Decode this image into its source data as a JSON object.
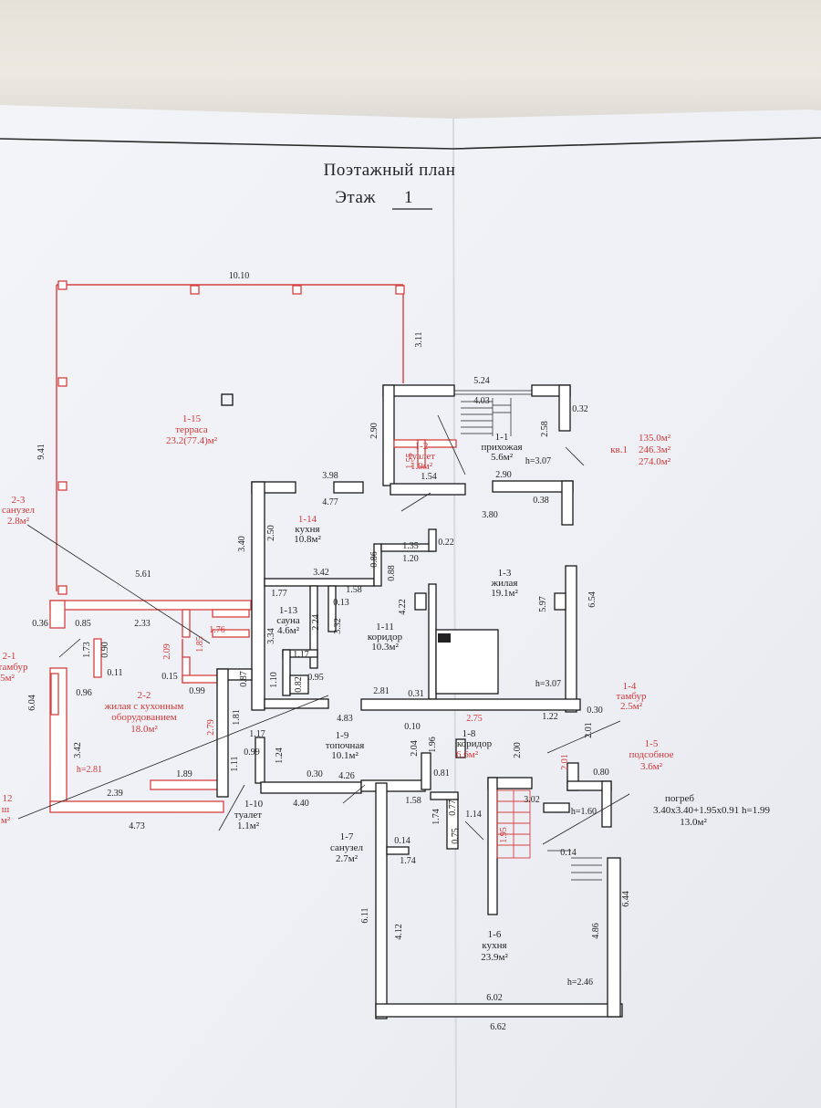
{
  "title": {
    "line1": "Поэтажный план",
    "floor_prefix": "Этаж",
    "floor_number": "1"
  },
  "summary": {
    "label": "кв.1",
    "a1": "135.0м²",
    "a2": "246.3м²",
    "a3": "274.0м²"
  },
  "cellar": {
    "name": "погреб",
    "dims": "3.40х3.40+1.95х0.91  h=1.99",
    "area": "13.0м²"
  },
  "rooms": [
    {
      "id": "1-1",
      "name": "прихожая",
      "area": "5.6м²"
    },
    {
      "id": "1-2",
      "name": "туалет",
      "area": "1.9м²"
    },
    {
      "id": "1-3",
      "name": "жилая",
      "area": "19.1м²"
    },
    {
      "id": "1-4",
      "name": "тамбур",
      "area": "2.5м²"
    },
    {
      "id": "1-5",
      "name": "подсобное",
      "area": "3.6м²"
    },
    {
      "id": "1-6",
      "name": "кухня",
      "area": "23.9м²"
    },
    {
      "id": "1-7",
      "name": "санузел",
      "area": "2.7м²"
    },
    {
      "id": "1-8",
      "name": "коридор",
      "area": "6.6м²"
    },
    {
      "id": "1-9",
      "name": "топочная",
      "area": "10.1м²"
    },
    {
      "id": "1-10",
      "name": "туалет",
      "area": "1.1м²"
    },
    {
      "id": "1-11",
      "name": "коридор",
      "area": "10.3м²"
    },
    {
      "id": "1-13",
      "name": "сауна",
      "area": "4.6м²"
    },
    {
      "id": "1-14",
      "name": "кухня",
      "area": "10.8м²"
    },
    {
      "id": "1-15",
      "name": "терраса",
      "area": "23.2(77.4)м²"
    },
    {
      "id": "2-1",
      "name": "тамбур",
      "area": "5м²"
    },
    {
      "id": "2-2",
      "name": "жилая с кухонным",
      "name2": "оборудованием",
      "area": "18.0м²"
    },
    {
      "id": "2-3",
      "name": "санузел",
      "area": "2.8м²"
    },
    {
      "id": "12",
      "name": "ш",
      "area": "м²"
    }
  ],
  "dims": [
    {
      "v": "10.10"
    },
    {
      "v": "3.11"
    },
    {
      "v": "9.41"
    },
    {
      "v": "5.24"
    },
    {
      "v": "4.03"
    },
    {
      "v": "0.32"
    },
    {
      "v": "2.58"
    },
    {
      "v": "2.90"
    },
    {
      "v": "1.55"
    },
    {
      "v": "1.54"
    },
    {
      "v": "h=3.07"
    },
    {
      "v": "2.90"
    },
    {
      "v": "0.38"
    },
    {
      "v": "3.80"
    },
    {
      "v": "3.98"
    },
    {
      "v": "4.77"
    },
    {
      "v": "3.40"
    },
    {
      "v": "2.50"
    },
    {
      "v": "0.22"
    },
    {
      "v": "1.35"
    },
    {
      "v": "1.20"
    },
    {
      "v": "0.86"
    },
    {
      "v": "0.88"
    },
    {
      "v": "5.61"
    },
    {
      "v": "3.42"
    },
    {
      "v": "1.77"
    },
    {
      "v": "1.58"
    },
    {
      "v": "0.13"
    },
    {
      "v": "2.24"
    },
    {
      "v": "3.32"
    },
    {
      "v": "4.22"
    },
    {
      "v": "5.97"
    },
    {
      "v": "6.54"
    },
    {
      "v": "0.36"
    },
    {
      "v": "0.85"
    },
    {
      "v": "2.33"
    },
    {
      "v": "1.76"
    },
    {
      "v": "1.73"
    },
    {
      "v": "0.90"
    },
    {
      "v": "0.11"
    },
    {
      "v": "2.09"
    },
    {
      "v": "0.15"
    },
    {
      "v": "1.85"
    },
    {
      "v": "0.99"
    },
    {
      "v": "0.96"
    },
    {
      "v": "6.04"
    },
    {
      "v": "3.34"
    },
    {
      "v": "1.17"
    },
    {
      "v": "0.82"
    },
    {
      "v": "0.95"
    },
    {
      "v": "1.10"
    },
    {
      "v": "2.81"
    },
    {
      "v": "0.31"
    },
    {
      "v": "h=3.07"
    },
    {
      "v": "0.87"
    },
    {
      "v": "1.81"
    },
    {
      "v": "4.83"
    },
    {
      "v": "2.75"
    },
    {
      "v": "1.22"
    },
    {
      "v": "0.30"
    },
    {
      "v": "2.79"
    },
    {
      "v": "3.42"
    },
    {
      "v": "h=2.81"
    },
    {
      "v": "1.89"
    },
    {
      "v": "2.39"
    },
    {
      "v": "4.73"
    },
    {
      "v": "1.17"
    },
    {
      "v": "0.99"
    },
    {
      "v": "1.11"
    },
    {
      "v": "1.24"
    },
    {
      "v": "0.10"
    },
    {
      "v": "2.04"
    },
    {
      "v": "1.96"
    },
    {
      "v": "2.00"
    },
    {
      "v": "2.01"
    },
    {
      "v": "2.01"
    },
    {
      "v": "0.80"
    },
    {
      "v": "0.30"
    },
    {
      "v": "4.26"
    },
    {
      "v": "0.81"
    },
    {
      "v": "4.40"
    },
    {
      "v": "1.58"
    },
    {
      "v": "0.77"
    },
    {
      "v": "1.14"
    },
    {
      "v": "3.02"
    },
    {
      "v": "h=1.60"
    },
    {
      "v": "0.14"
    },
    {
      "v": "1.74"
    },
    {
      "v": "0.75"
    },
    {
      "v": "1.95"
    },
    {
      "v": "0.14"
    },
    {
      "v": "1.74"
    },
    {
      "v": "6.11"
    },
    {
      "v": "4.12"
    },
    {
      "v": "4.86"
    },
    {
      "v": "6.44"
    },
    {
      "v": "h=2.46"
    },
    {
      "v": "6.02"
    },
    {
      "v": "6.62"
    }
  ],
  "colors": {
    "red": "#d13838",
    "ink": "#1a1a1a",
    "paper": "#f4f6fa"
  }
}
